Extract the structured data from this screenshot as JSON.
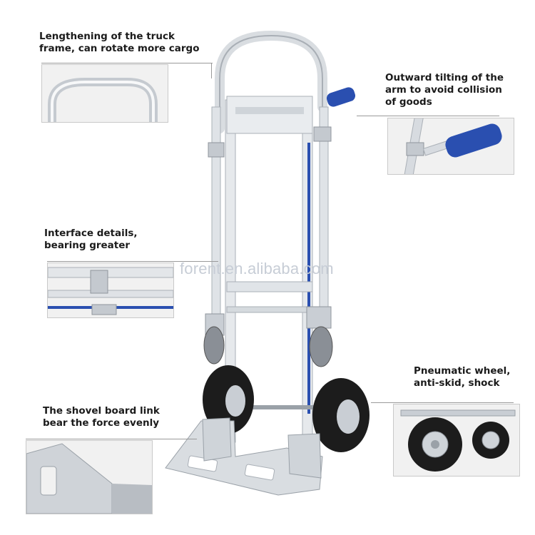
{
  "callouts": [
    {
      "id": "frame",
      "text": "Lengthening of the truck\nframe, can rotate more cargo"
    },
    {
      "id": "arm",
      "text": "Outward tilting of the\narm to avoid collision\nof goods"
    },
    {
      "id": "interface",
      "text": "Interface details,\nbearing greater"
    },
    {
      "id": "wheel",
      "text": "Pneumatic wheel,\nanti-skid, shock"
    },
    {
      "id": "shovel",
      "text": "The shovel board link\nbear the force evenly"
    }
  ],
  "watermark": "forent.en.alibaba.com",
  "colors": {
    "frame": "#d9dde1",
    "frame_shadow": "#a9afb6",
    "handle_blue": "#2a4fb0",
    "tire": "#1c1c1c",
    "caster_tire": "#8a8f96",
    "inset_border": "#c9c9c9",
    "caption_text": "#1b1b1b"
  }
}
